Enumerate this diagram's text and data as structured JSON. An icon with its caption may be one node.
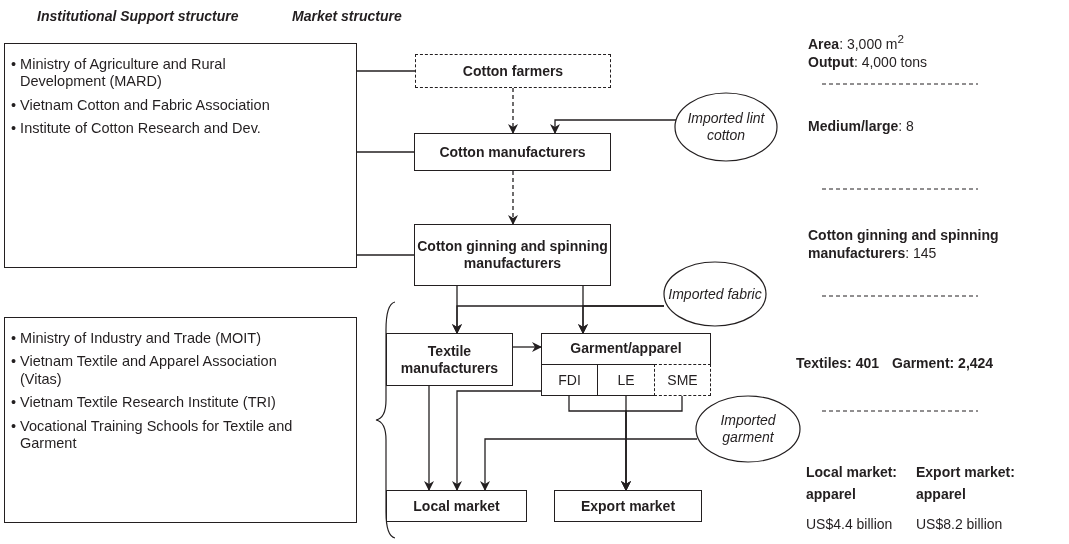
{
  "diagram": {
    "nodes": [
      {
        "text": [
          "• Ministry of Agriculture and Rural Development (MARD)",
          "• Vietnam Cotton and Fabric Association",
          "• Institute of Cotton Research and Dev."
        ]
      },
      {
        "text": [
          "Cotton farmers"
        ]
      },
      {
        "text": [
          "Imported lint cotton"
        ]
      },
      {
        "text": [
          "Cotton manufacturers"
        ]
      },
      {
        "text": [
          "Cotton ginning and spinning manufacturers"
        ]
      },
      {
        "text": [
          "Imported fabric"
        ]
      },
      {
        "text": [
          "• Ministry of Industry and Trade (MOIT)",
          "• Vietnam Textile and Apparel Association (Vitas)",
          "• Vietnam Textile Research Institute (TRI)",
          "• Vocational Training Schools for Textile and Garment"
        ]
      },
      {
        "text": [
          "Textile manufacturers"
        ]
      },
      {
        "text": [
          "Garment/apparel"
        ]
      },
      {
        "text": [
          "FDI"
        ],
        "in": 8
      },
      {
        "text": [
          "LE"
        ],
        "in": 8
      },
      {
        "text": [
          "SME"
        ],
        "in": 8
      },
      {
        "text": [
          "Imported garment"
        ]
      },
      {
        "text": [
          "Local market"
        ]
      },
      {
        "text": [
          "Export market"
        ]
      }
    ],
    "edges": [
      {
        "from": 0,
        "to": 1,
        "arrow": "none"
      },
      {
        "from": 0,
        "to": 3,
        "arrow": "none"
      },
      {
        "from": 0,
        "to": 4,
        "arrow": "none"
      },
      {
        "from": 1,
        "to": 3,
        "arrow": "to",
        "style": "dashed"
      },
      {
        "from": 2,
        "to": 3,
        "arrow": "to"
      },
      {
        "from": 3,
        "to": 4,
        "arrow": "to",
        "style": "dashed"
      },
      {
        "from": 4,
        "to": 7,
        "arrow": "to"
      },
      {
        "from": 4,
        "to": 8,
        "arrow": "to"
      },
      {
        "from": 5,
        "to": 7,
        "arrow": "to"
      },
      {
        "from": 5,
        "to": 8,
        "arrow": "to"
      },
      {
        "from": 7,
        "to": 8,
        "arrow": "to"
      },
      {
        "from": 7,
        "to": 13,
        "arrow": "to"
      },
      {
        "from": 9,
        "to": 13,
        "arrow": "to"
      },
      {
        "from": 9,
        "to": 14,
        "arrow": "to"
      },
      {
        "from": 10,
        "to": 14,
        "arrow": "to"
      },
      {
        "from": 11,
        "to": 14,
        "arrow": "to"
      },
      {
        "from": 12,
        "to": 13,
        "arrow": "to"
      }
    ],
    "labels": [
      "Institutional Support structure",
      "Market structure",
      "**Area**: 3,000 m$^{2}$",
      "**Output**: 4,000 tons",
      "**Medium/large**: 8",
      "**Cotton ginning and spinning manufacturers**: 145",
      "Textiles: 401",
      "Garment: 2,424",
      "Local market: apparel",
      "Export market: apparel",
      "US$4.4 billion",
      "US$8.2 billion"
    ]
  }
}
